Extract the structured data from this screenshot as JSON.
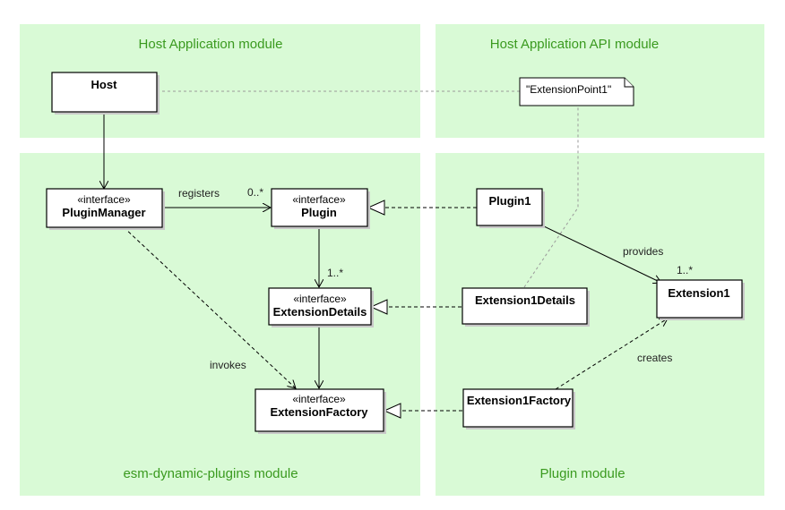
{
  "modules": {
    "host_app": "Host Application module",
    "host_api": "Host Application API module",
    "esm": "esm-dynamic-plugins module",
    "plugin": "Plugin module"
  },
  "classes": {
    "host": {
      "name": "Host"
    },
    "plugin_manager": {
      "stereotype": "«interface»",
      "name": "PluginManager"
    },
    "plugin": {
      "stereotype": "«interface»",
      "name": "Plugin"
    },
    "extension_details": {
      "stereotype": "«interface»",
      "name": "ExtensionDetails"
    },
    "extension_factory": {
      "stereotype": "«interface»",
      "name": "ExtensionFactory"
    },
    "plugin1": {
      "name": "Plugin1"
    },
    "extension1_details": {
      "name": "Extension1Details"
    },
    "extension1_factory": {
      "name": "Extension1Factory"
    },
    "extension1": {
      "name": "Extension1"
    }
  },
  "note": {
    "text": "\"ExtensionPoint1\""
  },
  "relations": {
    "registers": {
      "label": "registers",
      "multiplicity": "0..*"
    },
    "details": {
      "multiplicity": "1..*"
    },
    "invokes": {
      "label": "invokes"
    },
    "provides": {
      "label": "provides",
      "multiplicity": "1..*"
    },
    "creates": {
      "label": "creates"
    }
  }
}
